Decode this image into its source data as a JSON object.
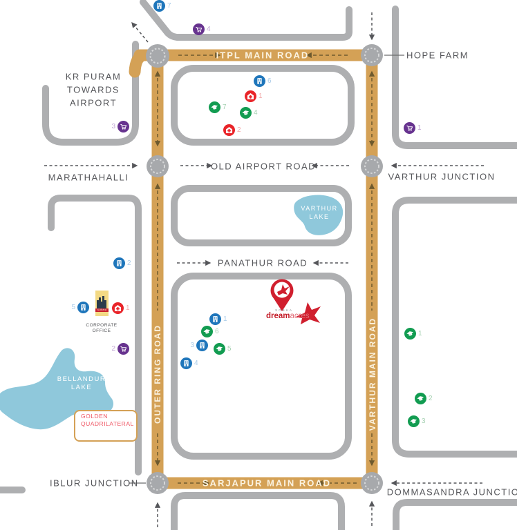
{
  "roads": {
    "itpl": "ITPL MAIN ROAD",
    "old_airport": "OLD AIRPORT ROAD",
    "panathur": "PANATHUR ROAD",
    "sarjapur": "SARJAPUR MAIN ROAD",
    "outer_ring": "OUTER RING ROAD",
    "varthur_main": "VARTHUR MAIN ROAD"
  },
  "places": {
    "kr_puram": [
      "KR PURAM",
      "TOWARDS",
      "AIRPORT"
    ],
    "marathahalli": "MARATHAHALLI",
    "varthur_junction": "VARTHUR JUNCTION",
    "hope_farm": "HOPE FARM",
    "iblur_junction": "IBLUR JUNCTION",
    "dommasandra_junction": "DOMMASANDRA JUNCTION",
    "golden_quadrilateral": [
      "GOLDEN",
      "QUADRILATERAL"
    ],
    "corporate_office": [
      "CORPORATE",
      "OFFICE"
    ]
  },
  "lakes": {
    "varthur": [
      "VARTHUR",
      "LAKE"
    ],
    "bellandur": [
      "BELLANDUR",
      "LAKE"
    ]
  },
  "logo": {
    "brand": "SOBHA",
    "word_bold": "dream",
    "word_light": "acres"
  },
  "marker_types": {
    "office": {
      "color": "#1F76BB",
      "icon": "building-icon"
    },
    "school": {
      "color": "#129C51",
      "icon": "graduation-cap-icon"
    },
    "hospital": {
      "color": "#E92429",
      "icon": "hospital-icon"
    },
    "mall": {
      "color": "#67338F",
      "icon": "shopping-cart-icon"
    }
  },
  "markers": [
    {
      "label": "7",
      "type": "office"
    },
    {
      "label": "4",
      "type": "mall"
    },
    {
      "label": "6",
      "type": "office"
    },
    {
      "label": "1",
      "type": "hospital"
    },
    {
      "label": "7",
      "type": "school"
    },
    {
      "label": "4",
      "type": "school"
    },
    {
      "label": "3",
      "type": "mall"
    },
    {
      "label": "2",
      "type": "hospital"
    },
    {
      "label": "1",
      "type": "mall"
    },
    {
      "label": "2",
      "type": "office"
    },
    {
      "label": "5",
      "type": "office"
    },
    {
      "label": "1",
      "type": "hospital"
    },
    {
      "label": "1",
      "type": "office"
    },
    {
      "label": "6",
      "type": "school"
    },
    {
      "label": "3",
      "type": "office"
    },
    {
      "label": "2",
      "type": "mall"
    },
    {
      "label": "5",
      "type": "school"
    },
    {
      "label": "4",
      "type": "office"
    },
    {
      "label": "1",
      "type": "school"
    },
    {
      "label": "2",
      "type": "school"
    },
    {
      "label": "3",
      "type": "school"
    }
  ],
  "colors": {
    "gold_road": "#D4A156",
    "gray_road": "#AEAFB1",
    "road_dash": "#6E5A2E",
    "label_text": "#55565A",
    "road_label_text": "#FBF3E1",
    "lake": "#8FC8DB",
    "logo_red": "#D01F2E",
    "gq_text": "#EF5563",
    "gq_border": "#D4A156"
  }
}
